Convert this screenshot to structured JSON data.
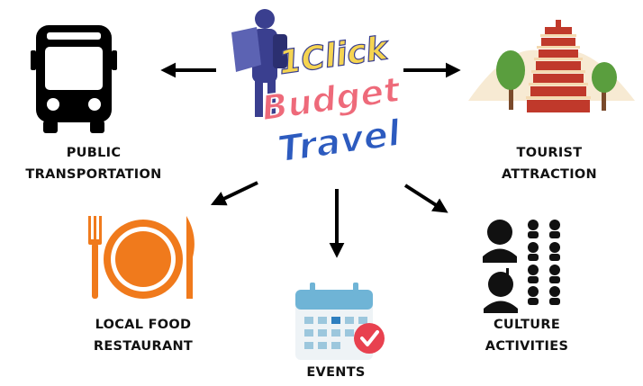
{
  "logo": {
    "line1": "1Click",
    "line2": "Budget",
    "line3": "Travel",
    "colors": {
      "line1": "#f5d451",
      "line2": "#ee6a7a",
      "line3": "#2d5bbf"
    }
  },
  "nodes": {
    "public_transportation": {
      "line1": "PUBLIC",
      "line2": "TRANSPORTATION",
      "icon": "bus-icon"
    },
    "tourist_attraction": {
      "line1": "TOURIST",
      "line2": "ATTRACTION",
      "icon": "pagoda-icon"
    },
    "local_food": {
      "line1": "LOCAL FOOD",
      "line2": "RESTAURANT",
      "icon": "plate-cutlery-icon"
    },
    "events": {
      "line1": "EVENTS",
      "icon": "calendar-check-icon"
    },
    "culture": {
      "line1": "CULTURE",
      "line2": "ACTIVITIES",
      "icon": "people-icon"
    }
  },
  "colors": {
    "food_orange": "#f07a1c",
    "calendar_blue": "#6fb4d6",
    "check_red": "#e8414f",
    "tree_green": "#5a9e3e",
    "pagoda_red": "#c0392b"
  }
}
